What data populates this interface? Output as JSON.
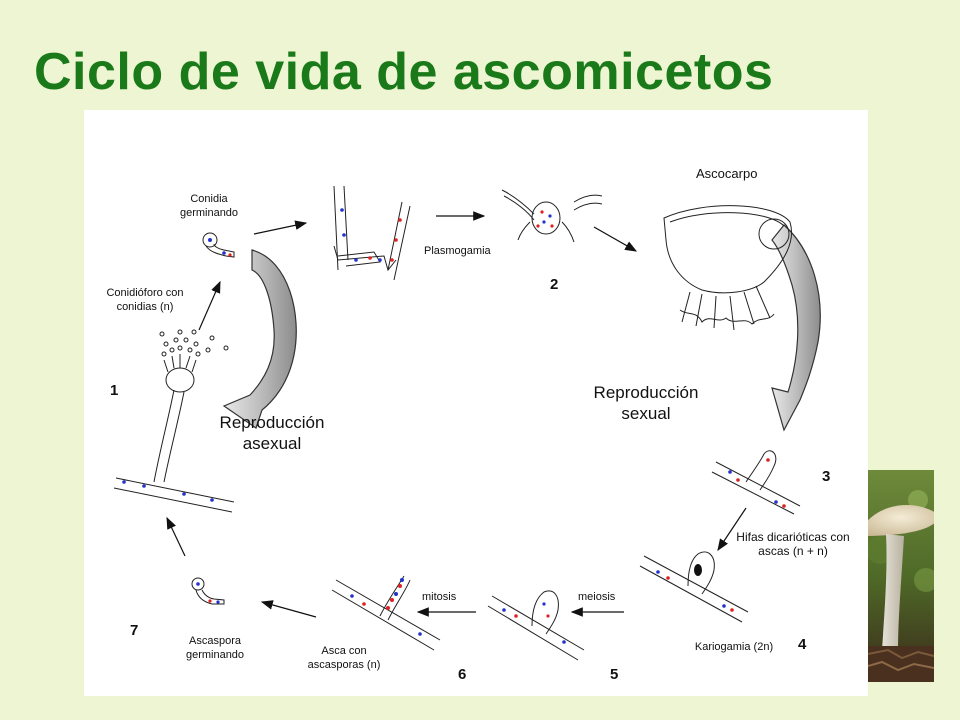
{
  "title": "Ciclo de vida de ascomicetos",
  "labels": {
    "conidia_germinating": "Conidia germinando",
    "conidiophore": "Conidióforo con conidias (n)",
    "plasmogamy": "Plasmogamia",
    "ascocarp": "Ascocarpo",
    "sexual_reproduction": "Reproducción sexual",
    "asexual_reproduction": "Reproducción asexual",
    "dikaryotic_hyphae": "Hifas dicarióticas con ascas (n + n)",
    "karyogamy": "Kariogamia (2n)",
    "meiosis": "meiosis",
    "mitosis": "mitosis",
    "ascus_with_ascospores": "Asca con ascasporas (n)",
    "ascospore_germinating": "Ascaspora germinando"
  },
  "stages": {
    "s1": "1",
    "s2": "2",
    "s3": "3",
    "s4": "4",
    "s5": "5",
    "s6": "6",
    "s7": "7"
  },
  "colors": {
    "title": "#1a7a1a",
    "background": "#eef5d2",
    "nucleus_blue": "#2233cc",
    "nucleus_red": "#dd2222"
  }
}
